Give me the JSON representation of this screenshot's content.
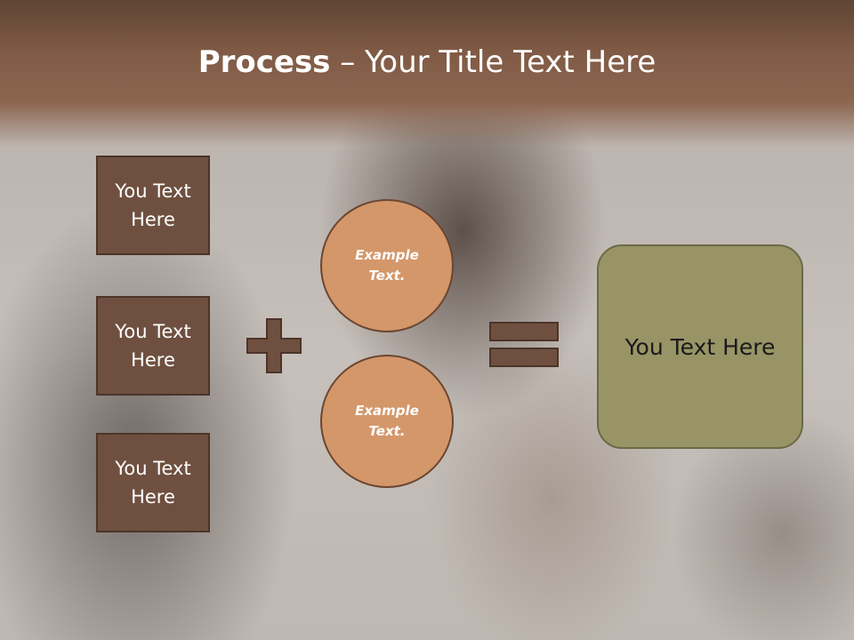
{
  "slide": {
    "title_bold": "Process",
    "title_rest": " – Your Title Text Here"
  },
  "left_boxes": [
    {
      "label": "You Text Here"
    },
    {
      "label": "You Text Here"
    },
    {
      "label": "You Text Here"
    }
  ],
  "circles": [
    {
      "label": "Example Text."
    },
    {
      "label": "Example Text."
    }
  ],
  "result": {
    "label": "You Text Here"
  },
  "icons": {
    "plus": "plus-icon",
    "equals": "equals-icon"
  },
  "colors": {
    "title_band": "#8d6650",
    "box_fill": "#6f5040",
    "box_border": "#4c3428",
    "circle_fill": "#d4976a",
    "result_fill": "#989466",
    "text_light": "#ffffff",
    "text_dark": "#1a1a1a"
  }
}
